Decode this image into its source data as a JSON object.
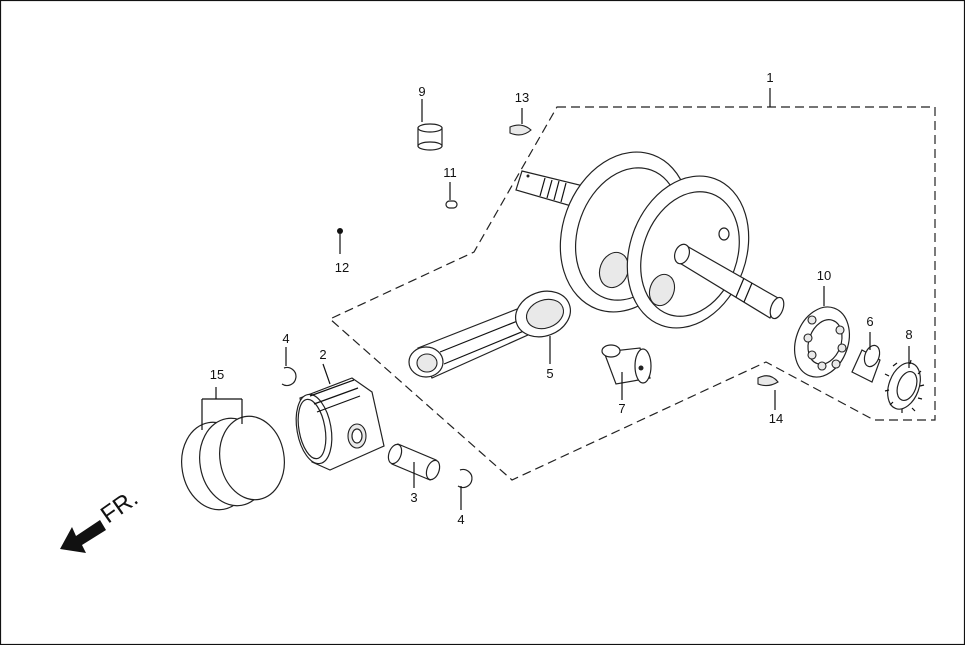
{
  "diagram": {
    "direction_label": "FR.",
    "callouts": [
      {
        "id": "c1",
        "label": "1"
      },
      {
        "id": "c2",
        "label": "2"
      },
      {
        "id": "c3",
        "label": "3"
      },
      {
        "id": "c4a",
        "label": "4"
      },
      {
        "id": "c4b",
        "label": "4"
      },
      {
        "id": "c5",
        "label": "5"
      },
      {
        "id": "c6",
        "label": "6"
      },
      {
        "id": "c7",
        "label": "7"
      },
      {
        "id": "c8",
        "label": "8"
      },
      {
        "id": "c9",
        "label": "9"
      },
      {
        "id": "c10",
        "label": "10"
      },
      {
        "id": "c11",
        "label": "11"
      },
      {
        "id": "c12",
        "label": "12"
      },
      {
        "id": "c13",
        "label": "13"
      },
      {
        "id": "c14",
        "label": "14"
      },
      {
        "id": "c15",
        "label": "15"
      }
    ],
    "icons": [
      "front-direction-arrow-icon"
    ]
  }
}
